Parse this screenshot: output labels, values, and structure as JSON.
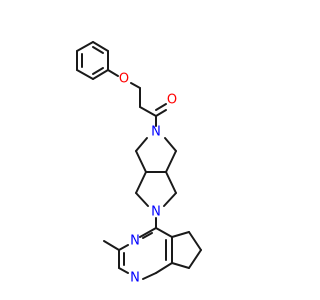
{
  "atoms": {
    "o_ether": {
      "symbol": "O",
      "color": "#ff0000"
    },
    "o_carbonyl": {
      "symbol": "O",
      "color": "#ff0000"
    },
    "n_amide": {
      "symbol": "N",
      "color": "#0000ff"
    },
    "n_amine": {
      "symbol": "N",
      "color": "#0000ff"
    },
    "n_pyrimidine_1": {
      "symbol": "N",
      "color": "#0000ff"
    },
    "n_pyrimidine_2": {
      "symbol": "N",
      "color": "#0000ff"
    }
  },
  "colors": {
    "bond": "#1a1a1a",
    "background": "#ffffff"
  }
}
